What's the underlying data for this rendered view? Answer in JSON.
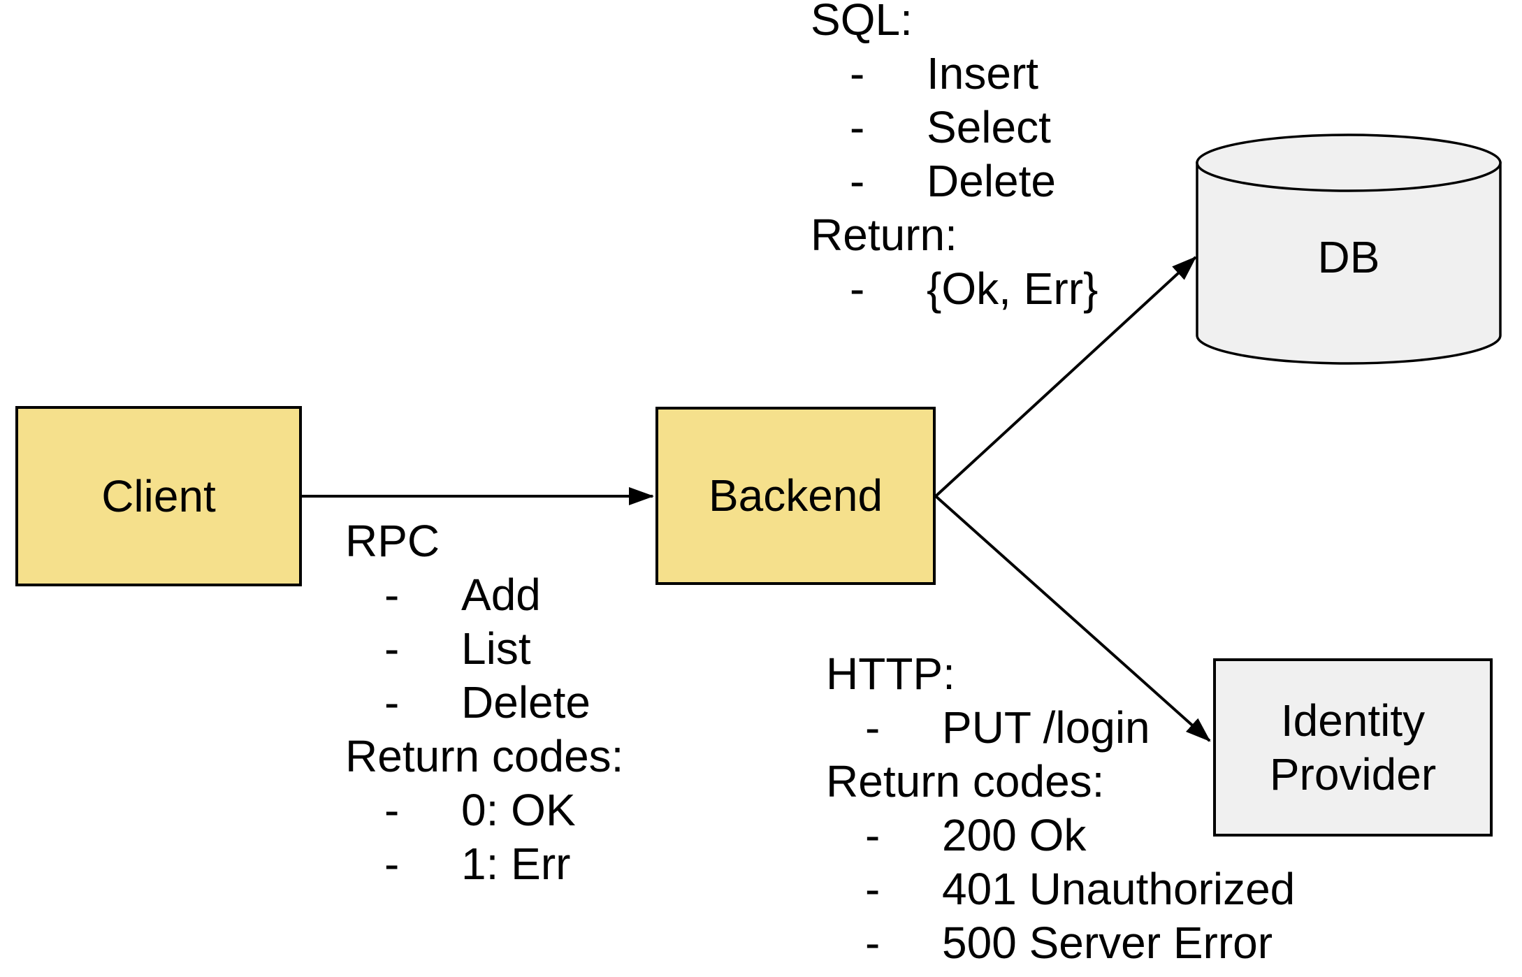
{
  "colors": {
    "node_fill_yellow": "#F5E08C",
    "node_fill_gray": "#F0F0F0",
    "stroke": "#000000",
    "background": "#FFFFFF"
  },
  "nodes": {
    "client": {
      "label": "Client"
    },
    "backend": {
      "label": "Backend"
    },
    "db": {
      "label": "DB"
    },
    "identity_provider": {
      "label": "Identity Provider"
    }
  },
  "edges": [
    {
      "from": "client",
      "to": "backend"
    },
    {
      "from": "backend",
      "to": "db"
    },
    {
      "from": "backend",
      "to": "identity_provider"
    }
  ],
  "annotations": {
    "rpc": {
      "lines": [
        {
          "bullet": "",
          "text": "RPC"
        },
        {
          "bullet": "-",
          "text": "Add"
        },
        {
          "bullet": "-",
          "text": "List"
        },
        {
          "bullet": "-",
          "text": "Delete"
        },
        {
          "bullet": "",
          "text": "Return codes:"
        },
        {
          "bullet": "-",
          "text": "0: OK"
        },
        {
          "bullet": "-",
          "text": "1: Err"
        }
      ]
    },
    "sql": {
      "lines": [
        {
          "bullet": "",
          "text": "SQL:"
        },
        {
          "bullet": "-",
          "text": "Insert"
        },
        {
          "bullet": "-",
          "text": "Select"
        },
        {
          "bullet": "-",
          "text": "Delete"
        },
        {
          "bullet": "",
          "text": "Return:"
        },
        {
          "bullet": "-",
          "text": "{Ok, Err}"
        }
      ]
    },
    "http": {
      "lines": [
        {
          "bullet": "",
          "text": "HTTP:"
        },
        {
          "bullet": "-",
          "text": "PUT /login"
        },
        {
          "bullet": "",
          "text": "Return codes:"
        },
        {
          "bullet": "-",
          "text": "200 Ok"
        },
        {
          "bullet": "-",
          "text": "401 Unauthorized"
        },
        {
          "bullet": "-",
          "text": "500 Server Error"
        }
      ]
    }
  }
}
